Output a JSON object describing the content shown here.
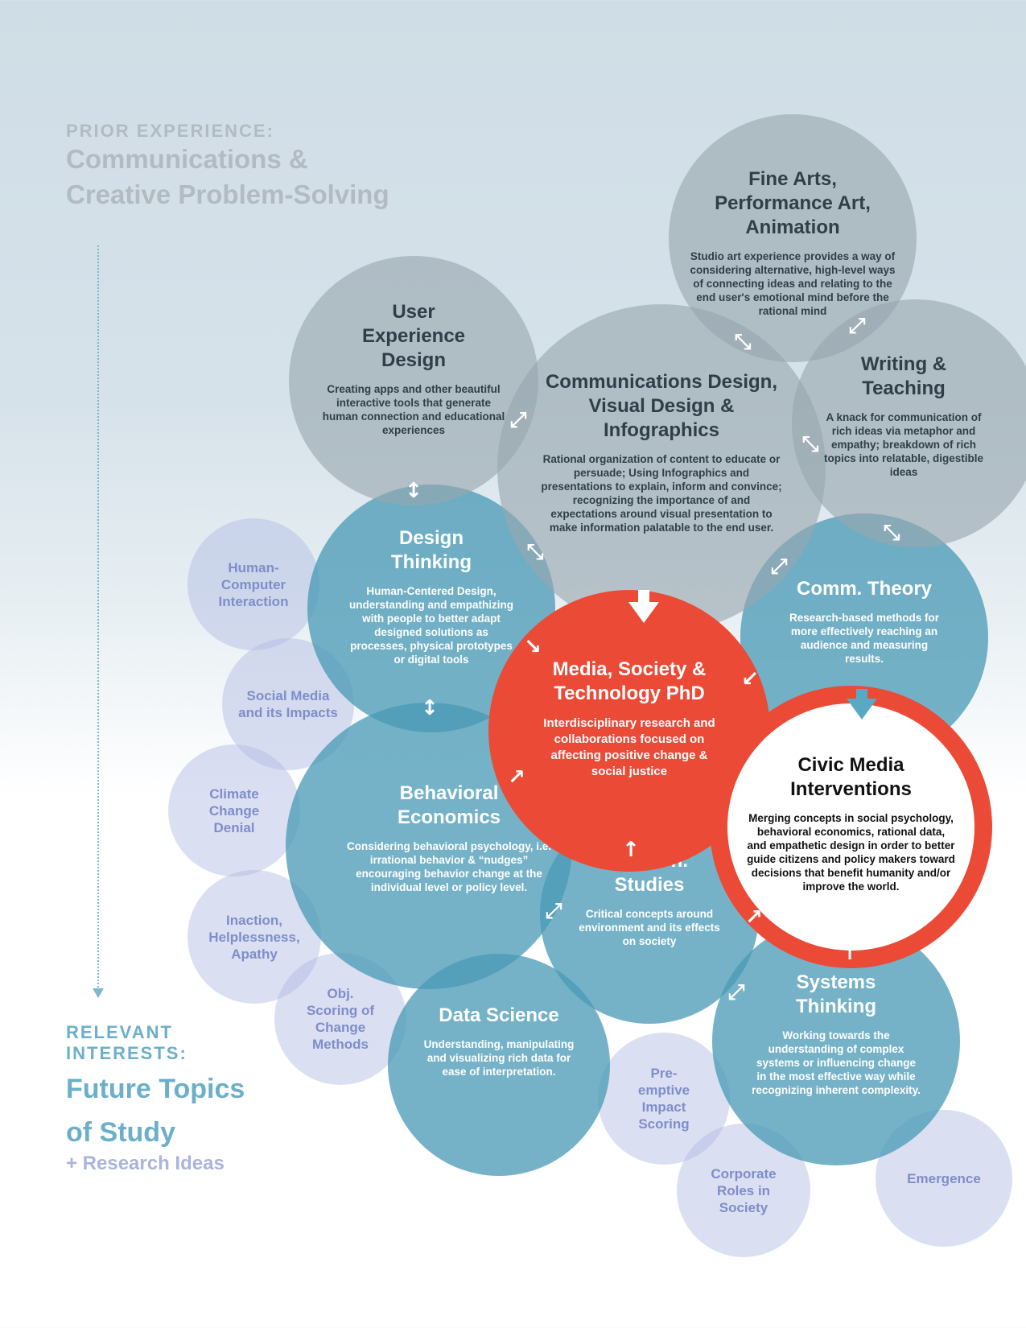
{
  "header": {
    "kicker": "PRIOR EXPERIENCE:",
    "title_line1": "Communications &",
    "title_line2": "Creative Problem-Solving"
  },
  "footer": {
    "kicker_line1": "RELEVANT",
    "kicker_line2": "INTERESTS:",
    "title_line1": "Future Topics",
    "title_line2": "of Study",
    "sub": "+ Research Ideas"
  },
  "experience": {
    "fine_arts": {
      "title": "Fine Arts, Performance Art, Animation",
      "desc": "Studio art experience provides a way of considering alternative, high-level ways of connecting ideas and relating to the end user's emotional mind before the rational mind"
    },
    "ux": {
      "title": "User Experience Design",
      "desc": "Creating apps and other beautiful interactive tools that generate human connection and educational experiences"
    },
    "comm_design": {
      "title": "Communications Design, Visual Design & Infographics",
      "desc": "Rational organization of content to educate or persuade; Using Infographics and presentations to explain, inform and convince; recognizing the importance of and expectations around visual presentation to make information palatable to the end user."
    },
    "writing": {
      "title": "Writing & Teaching",
      "desc": "A knack for communication of rich ideas via metaphor and empathy; breakdown of rich topics into relatable, digestible ideas"
    }
  },
  "disciplines": {
    "design_thinking": {
      "title": "Design Thinking",
      "desc": "Human-Centered Design, understanding and empathizing with people to better adapt designed solutions as processes, physical prototypes or digital tools"
    },
    "comm_theory": {
      "title": "Comm. Theory",
      "desc": "Research-based methods for more effectively reaching an audience and measuring results."
    },
    "behavioral": {
      "title": "Behavioral Economics",
      "desc": "Considering behavioral psychology, i.e. irrational behavior & “nudges” encouraging behavior change at the individual level or policy level."
    },
    "environ": {
      "title": "Environ. Studies",
      "desc": "Critical concepts around environment and its effects on society"
    },
    "data_science": {
      "title": "Data Science",
      "desc": "Understanding, manipulating and visualizing rich data for ease of interpretation."
    },
    "systems": {
      "title": "Systems Thinking",
      "desc": "Working towards the understanding of complex systems or influencing change in the most effective way while recognizing inherent complexity."
    }
  },
  "phd": {
    "title": "Media, Society & Technology PhD",
    "desc": "Interdisciplinary research and collaborations focused on affecting positive change & social justice"
  },
  "civic": {
    "title": "Civic Media Interventions",
    "desc": "Merging concepts in social psychology, behavioral economics, rational data, and empathetic design in order to better guide citizens and policy makers toward decisions that benefit humanity and/or improve the world."
  },
  "interests": {
    "hci": "Human-Computer Interaction",
    "social_media": "Social Media and its Impacts",
    "climate": "Climate Change Denial",
    "inaction": "Inaction, Helplessness, Apathy",
    "obj_scoring": "Obj. Scoring of Change Methods",
    "preemptive": "Pre-emptive Impact Scoring",
    "corporate": "Corporate Roles in Society",
    "emergence": "Emergence"
  },
  "colors": {
    "experience": "#98a6af",
    "discipline": "#4a9ab5",
    "interest": "#b2bce4",
    "accent": "#ea4a36"
  }
}
